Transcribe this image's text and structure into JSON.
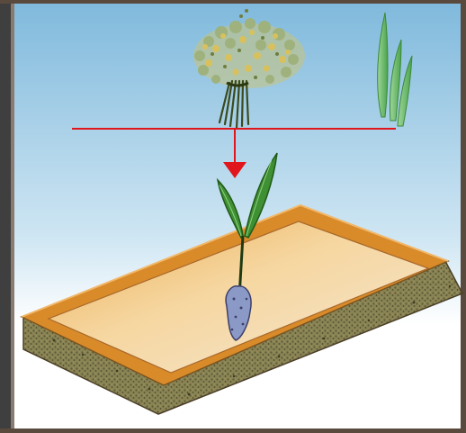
{
  "scene": {
    "kind": "illustration",
    "subjects": [
      "rice-bundle",
      "grass-blades",
      "transplant-line",
      "down-arrow",
      "seedling",
      "seedbed-tray"
    ],
    "colors": {
      "sky_top": "#7fb9dc",
      "sky_bottom": "#ffffff",
      "border_dark": "#5a4a3e",
      "line_red": "#e0161c",
      "bundle_green": "#9fb17c",
      "bundle_yellow": "#d8c15d",
      "stem_dark": "#3b4b1f",
      "grass_green": "#6db96a",
      "seedling_green": "#3f8f33",
      "tray_rim": "#d98b2a",
      "tray_soil": "#f0c989",
      "tray_earth": "#7a7247",
      "root_blue": "#8b99c6"
    }
  }
}
